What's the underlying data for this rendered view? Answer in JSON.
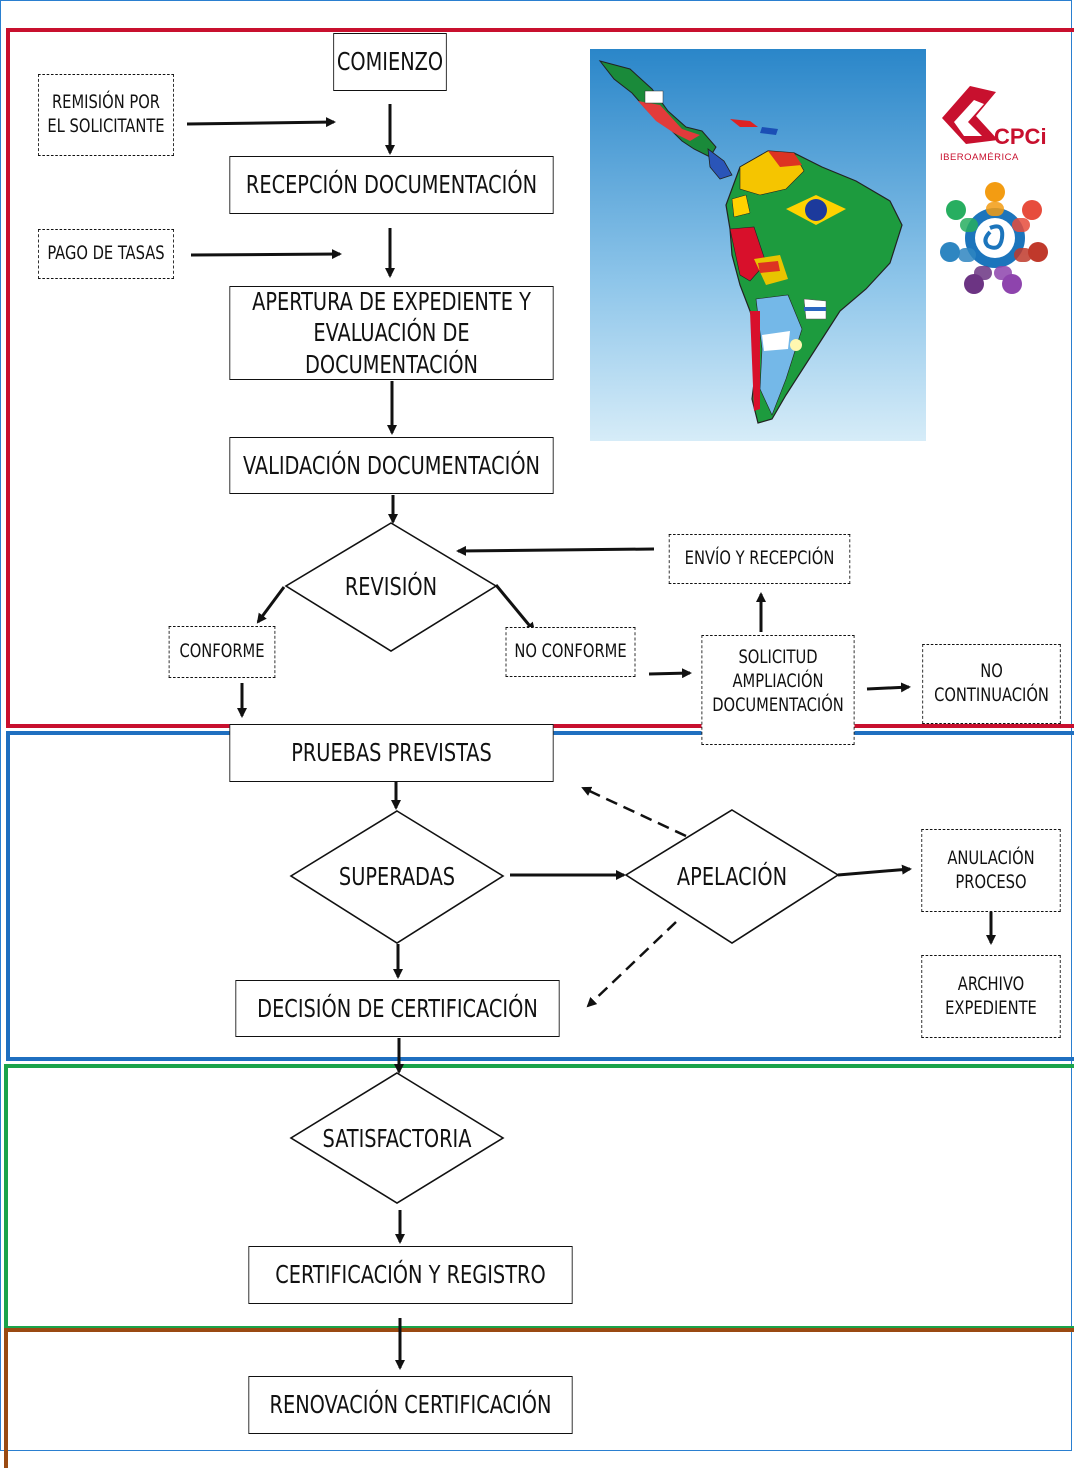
{
  "flow": {
    "comienzo": "COMIENZO",
    "remision": "REMISIÓN POR\nEL SOLICITANTE",
    "recepcion": "RECEPCIÓN DOCUMENTACIÓN",
    "pago": "PAGO DE TASAS",
    "apertura": "APERTURA DE EXPEDIENTE Y\nEVALUACIÓN DE  DOCUMENTACIÓN",
    "validacion": "VALIDACIÓN DOCUMENTACIÓN",
    "revision": "REVISIÓN",
    "envio": "ENVÍO Y RECEPCIÓN",
    "conforme": "CONFORME",
    "no_conforme": "NO CONFORME",
    "solicitud": "SOLICITUD\nAMPLIACIÓN\nDOCUMENTACIÓN",
    "no_continuacion": "NO\nCONTINUACIÓN",
    "pruebas": "PRUEBAS PREVISTAS",
    "superadas": "SUPERADAS",
    "apelacion": "APELACIÓN",
    "anulacion": "ANULACIÓN\nPROCESO",
    "archivo": "ARCHIVO\nEXPEDIENTE",
    "decision": "DECISIÓN DE CERTIFICACIÓN",
    "satisfactoria": "SATISFACTORIA",
    "certificacion": "CERTIFICACIÓN Y REGISTRO",
    "renovacion": "RENOVACIÓN CERTIFICACIÓN"
  },
  "logo": {
    "text": "CPCi",
    "subtext": "IBEROAMÉRICA"
  },
  "colors": {
    "phase1": "#c8102e",
    "phase2": "#1f6fc0",
    "phase3": "#1aa34a",
    "phase4": "#9a4a12"
  }
}
